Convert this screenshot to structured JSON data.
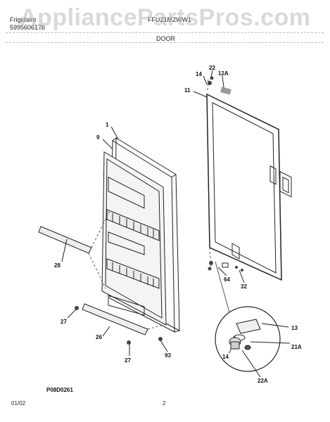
{
  "watermark": "AppliancePartsPros.com",
  "header": {
    "brand": "Frigidaire",
    "publication": "5995606176",
    "model": "FFU21M2WW1",
    "section": "DOOR"
  },
  "callouts": {
    "c1": "1",
    "c9": "9",
    "c28": "28",
    "c27a": "27",
    "c26": "26",
    "c27b": "27",
    "c93": "93",
    "c14a": "14",
    "c22a": "22",
    "c12a": "12A",
    "c11": "11",
    "c64": "64",
    "c32": "32",
    "c13": "13",
    "c14b": "14",
    "c21a": "21A",
    "c22b": "22A"
  },
  "figure_code": "P08D0261",
  "footer": {
    "date": "01/02",
    "page": "2"
  }
}
